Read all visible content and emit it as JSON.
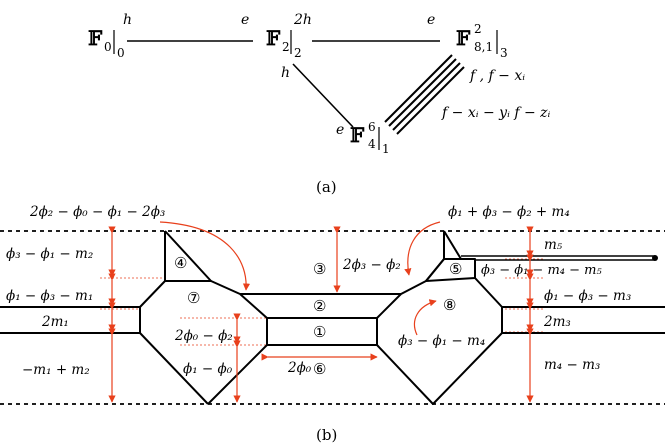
{
  "panel_a": {
    "caption": "(a)",
    "nodes": {
      "f0": {
        "base": "𝔽",
        "sub": "0",
        "restriction": "0"
      },
      "f2": {
        "base": "𝔽",
        "sub": "2",
        "restriction": "2"
      },
      "f28": {
        "base": "𝔽",
        "sup": "2",
        "sub": "8,1",
        "restriction": "3"
      },
      "f46": {
        "base": "𝔽",
        "sup": "6",
        "sub": "4",
        "restriction": "1"
      }
    },
    "edge_labels": {
      "h_f0": "h",
      "e_f0f2": "e",
      "twoh_f2": "2h",
      "e_f2f28": "e",
      "h_f2diag": "h",
      "e_f46": "e"
    },
    "multi_edge_labels": {
      "line1": "f ,  f − xᵢ",
      "line2": "f − xᵢ − yᵢ   f − zᵢ"
    }
  },
  "panel_b": {
    "caption": "(b)",
    "top_annotations": {
      "left": "2ϕ₂ − ϕ₀ − ϕ₁ − 2ϕ₃",
      "right": "ϕ₁ + ϕ₃ − ϕ₂ + m₄"
    },
    "left_labels": {
      "top": "ϕ₃ − ϕ₁ − m₂",
      "mid": "ϕ₁ − ϕ₃ − m₁",
      "m1": "2m₁",
      "bottom": "−m₁ + m₂"
    },
    "center_labels": {
      "phi3phi2": "2ϕ₃ − ϕ₂",
      "phi0phi2": "2ϕ₀ − ϕ₂",
      "phi1phi0": "ϕ₁ − ϕ₀",
      "twophi0": "2ϕ₀"
    },
    "right_labels": {
      "m5": "m₅",
      "phi3m4m5": "ϕ₃ − ϕ₁ − m₄ − m₅",
      "phi1m3": "ϕ₁ − ϕ₃ − m₃",
      "m3": "2m₃",
      "m4m3": "m₄ − m₃",
      "phi3m4": "ϕ₃ − ϕ₁ − m₄"
    },
    "face_numbers": [
      "①",
      "②",
      "③",
      "④",
      "⑤",
      "⑥",
      "⑦",
      "⑧"
    ]
  },
  "colors": {
    "ink": "#000000",
    "arrow": "#e8401c"
  }
}
